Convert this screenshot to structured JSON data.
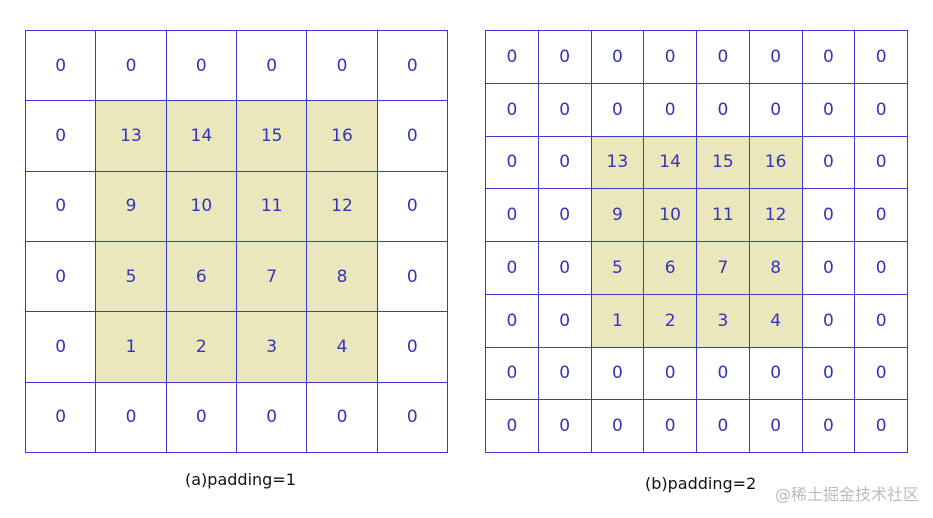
{
  "panels": [
    {
      "caption": "(a)padding=1",
      "size": 6,
      "cells": [
        [
          "0",
          "0",
          "0",
          "0",
          "0",
          "0"
        ],
        [
          "0",
          "13",
          "14",
          "15",
          "16",
          "0"
        ],
        [
          "0",
          "9",
          "10",
          "11",
          "12",
          "0"
        ],
        [
          "0",
          "5",
          "6",
          "7",
          "8",
          "0"
        ],
        [
          "0",
          "1",
          "2",
          "3",
          "4",
          "0"
        ],
        [
          "0",
          "0",
          "0",
          "0",
          "0",
          "0"
        ]
      ],
      "highlight_rows": [
        1,
        4
      ],
      "highlight_cols": [
        1,
        4
      ]
    },
    {
      "caption": "(b)padding=2",
      "size": 8,
      "cells": [
        [
          "0",
          "0",
          "0",
          "0",
          "0",
          "0",
          "0",
          "0"
        ],
        [
          "0",
          "0",
          "0",
          "0",
          "0",
          "0",
          "0",
          "0"
        ],
        [
          "0",
          "0",
          "13",
          "14",
          "15",
          "16",
          "0",
          "0"
        ],
        [
          "0",
          "0",
          "9",
          "10",
          "11",
          "12",
          "0",
          "0"
        ],
        [
          "0",
          "0",
          "5",
          "6",
          "7",
          "8",
          "0",
          "0"
        ],
        [
          "0",
          "0",
          "1",
          "2",
          "3",
          "4",
          "0",
          "0"
        ],
        [
          "0",
          "0",
          "0",
          "0",
          "0",
          "0",
          "0",
          "0"
        ],
        [
          "0",
          "0",
          "0",
          "0",
          "0",
          "0",
          "0",
          "0"
        ]
      ],
      "highlight_rows": [
        2,
        5
      ],
      "highlight_cols": [
        2,
        5
      ]
    }
  ],
  "watermark": "@稀土掘金技术社区",
  "colors": {
    "grid_line": "#3a3ad0",
    "number": "#3434b8",
    "highlight": "#ebe7bc"
  }
}
